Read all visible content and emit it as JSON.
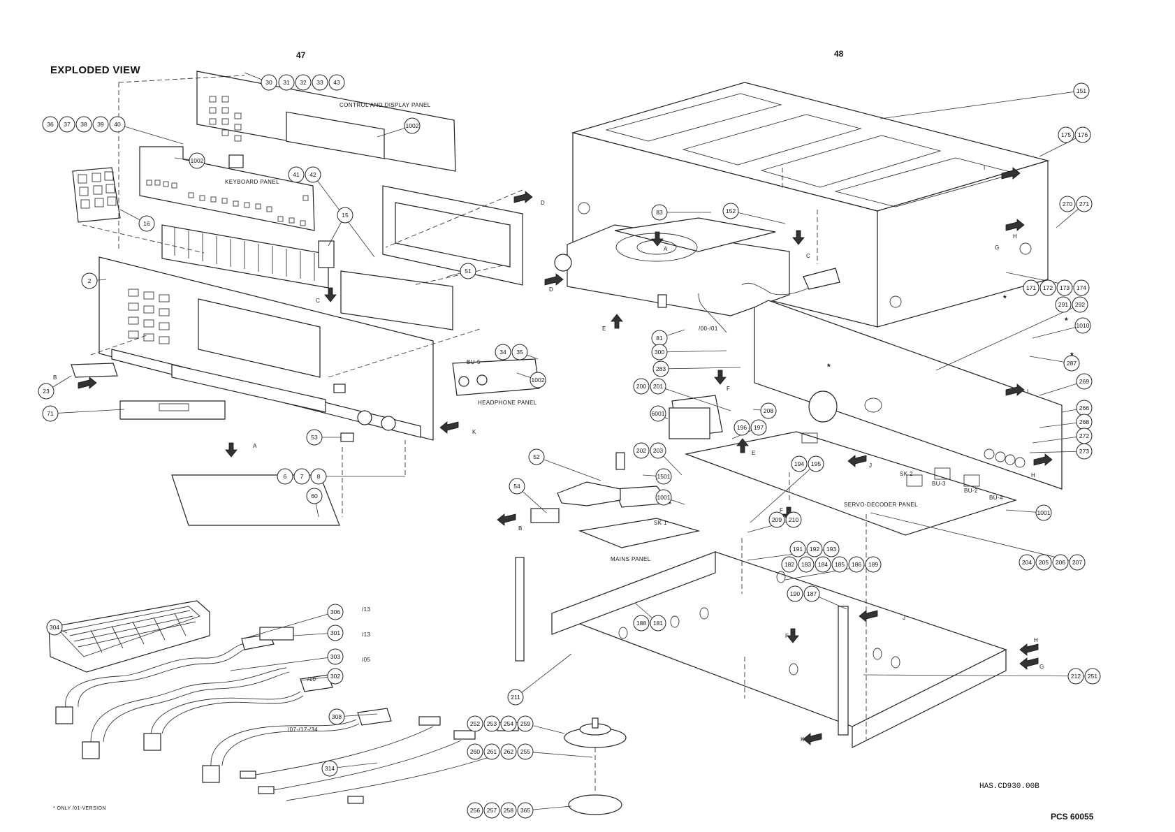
{
  "header": {
    "title": "EXPLODED VIEW",
    "page_left": "47",
    "page_right": "48"
  },
  "panels": {
    "control_display": "CONTROL AND DISPLAY PANEL",
    "keyboard": "KEYBOARD PANEL",
    "headphone": "HEADPHONE PANEL",
    "mains": "MAINS PANEL",
    "servo_decoder": "SERVO-DECODER PANEL"
  },
  "connectors": {
    "bu5": "BU-5",
    "bu3": "BU-3",
    "bu2": "BU-2",
    "bu4": "BU-4",
    "sk2": "SK 2",
    "sk1": "SK 1"
  },
  "version_tags": {
    "v_00_01": "/00-/01",
    "v_13a": "/13",
    "v_13b": "/13",
    "v_05": "/05",
    "v_10": "/10",
    "v_07": "/07-/17-/34"
  },
  "letters": {
    "A": "A",
    "B": "B",
    "C": "C",
    "D": "D",
    "E": "E",
    "F": "F",
    "G": "G",
    "H": "H",
    "I": "I",
    "J": "J",
    "K": "K"
  },
  "asterisk": "*",
  "footnote": "* ONLY /01-VERSION",
  "drawing_code": "HAS.CD930.00B",
  "pcs_number": "PCS 60055",
  "callouts": [
    "30",
    "31",
    "32",
    "33",
    "43",
    "36",
    "37",
    "38",
    "39",
    "40",
    "1002",
    "1002",
    "1002",
    "41",
    "42",
    "15",
    "16",
    "2",
    "51",
    "23",
    "71",
    "53",
    "6",
    "7",
    "8",
    "60",
    "34",
    "35",
    "151",
    "175",
    "176",
    "270",
    "271",
    "152",
    "83",
    "171",
    "172",
    "173",
    "174",
    "291",
    "292",
    "1010",
    "287",
    "269",
    "266",
    "268",
    "272",
    "273",
    "81",
    "300",
    "283",
    "200",
    "201",
    "6001",
    "208",
    "196",
    "197",
    "202",
    "203",
    "1501",
    "1001",
    "52",
    "54",
    "194",
    "195",
    "209",
    "210",
    "1001",
    "204",
    "205",
    "206",
    "207",
    "191",
    "192",
    "193",
    "182",
    "183",
    "184",
    "185",
    "186",
    "189",
    "190",
    "187",
    "188",
    "181",
    "211",
    "212",
    "251",
    "252",
    "253",
    "254",
    "259",
    "260",
    "261",
    "262",
    "255",
    "256",
    "257",
    "258",
    "365",
    "304",
    "306",
    "301",
    "303",
    "302",
    "308",
    "314"
  ]
}
